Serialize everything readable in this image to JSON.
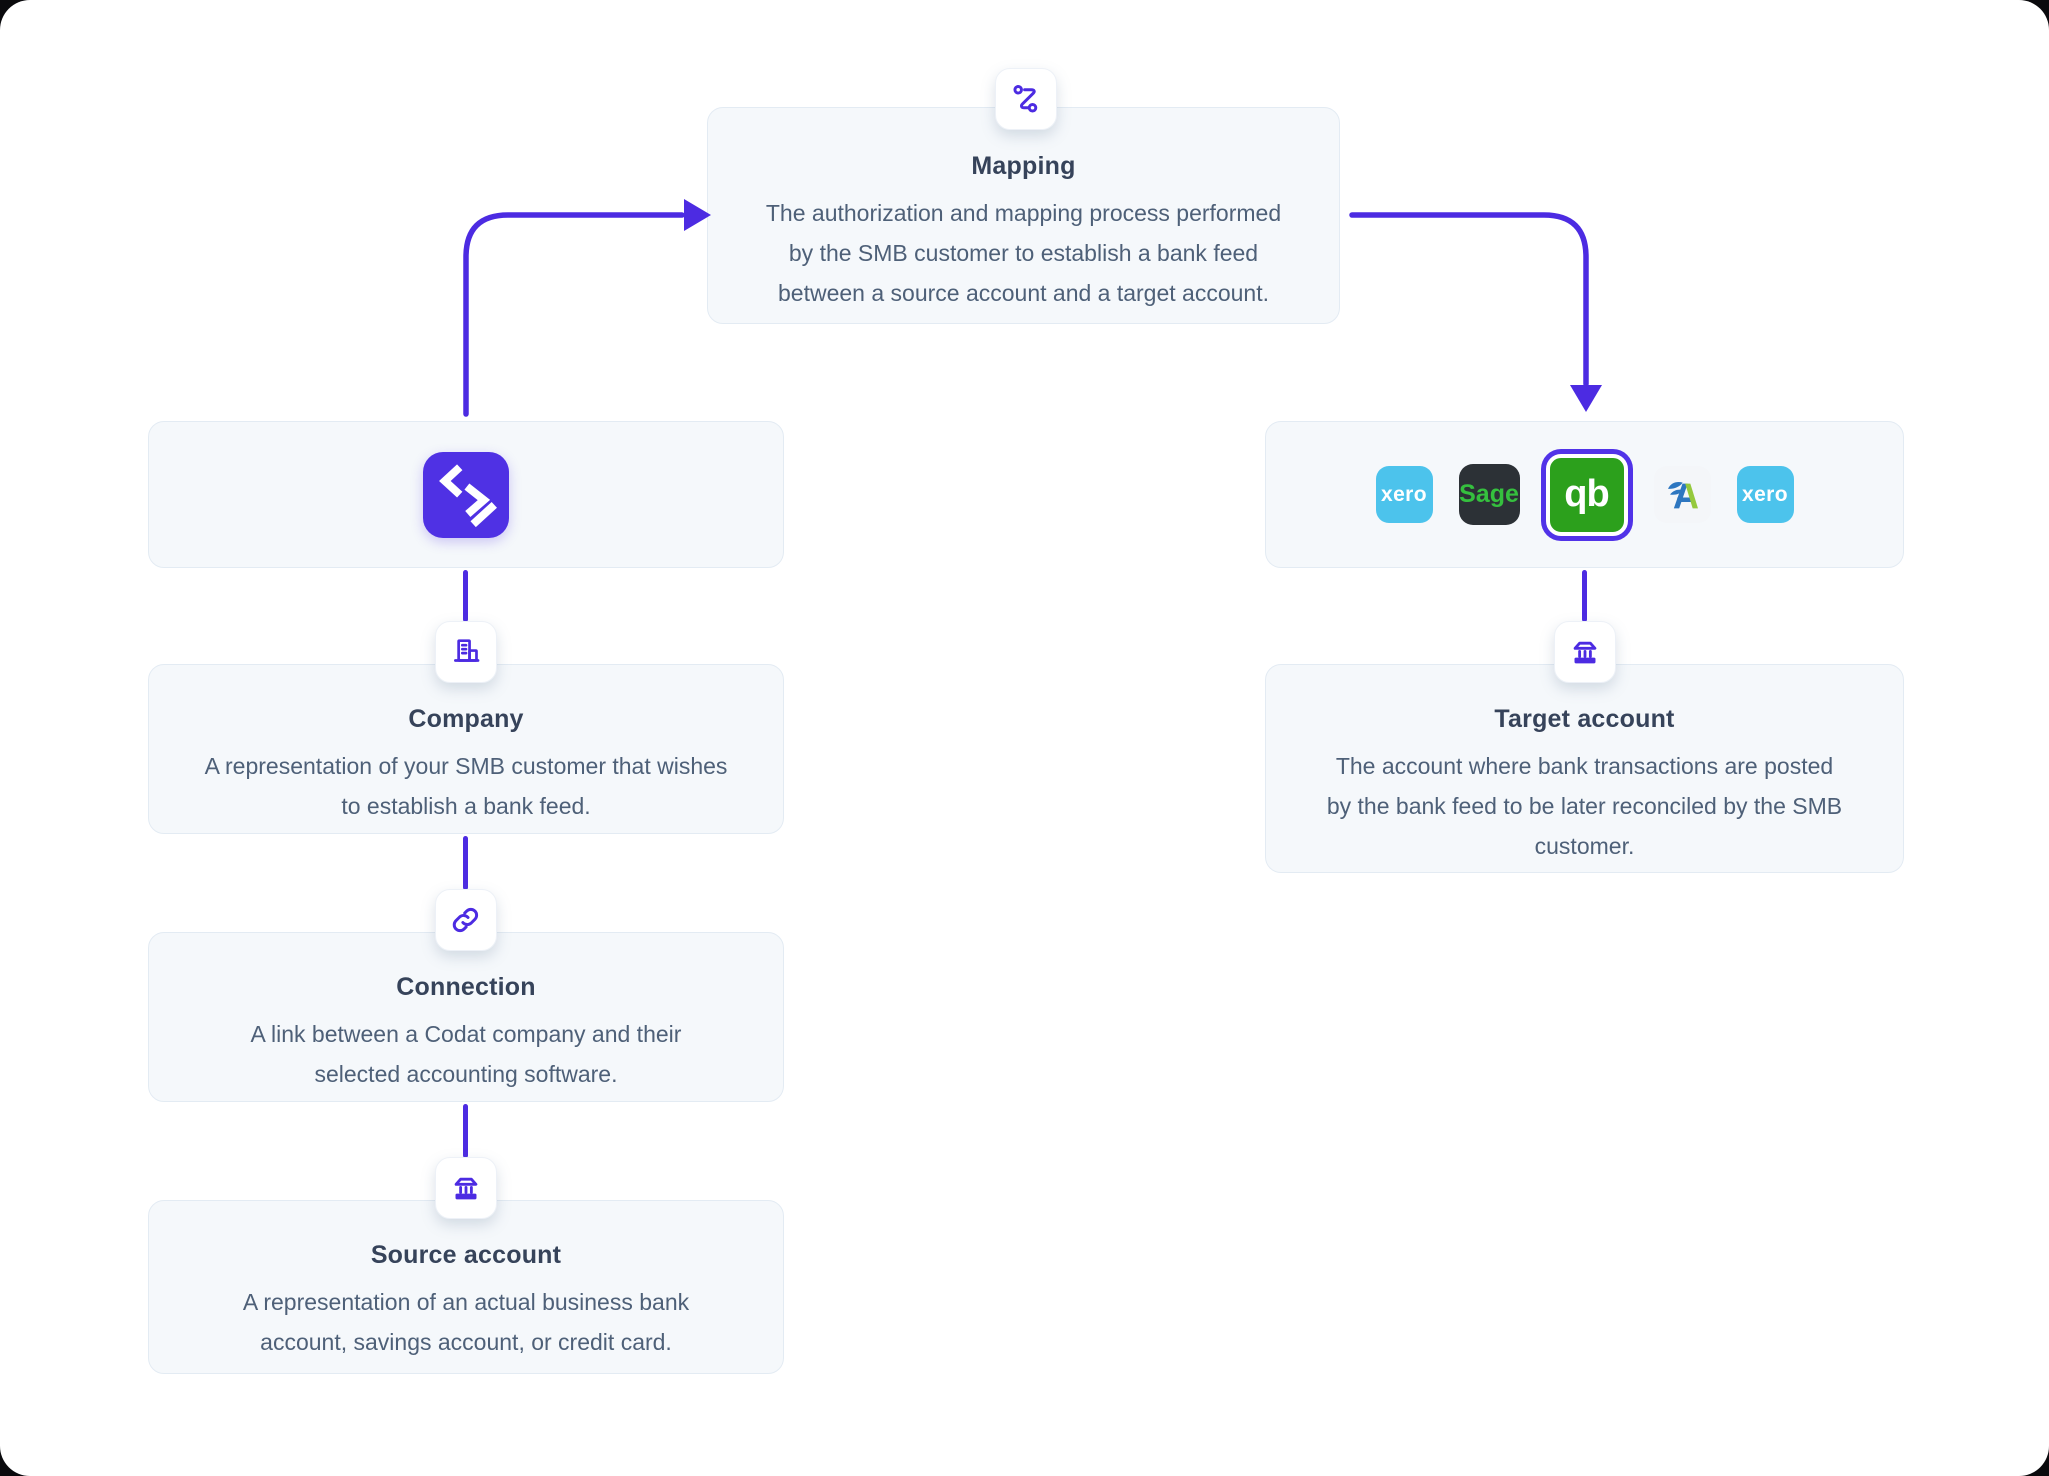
{
  "colors": {
    "accent_purple": "#4C2BE2",
    "codat_purple": "#4F31E4",
    "heading": "#36435A",
    "body_text": "#4E6078",
    "card_bg": "#F5F8FB",
    "card_border": "#E3EBF3",
    "xero_blue": "#4CC3EC",
    "sage_dark": "#2C3136",
    "sage_green": "#35C03E",
    "quickbooks_green": "#2CA01C",
    "selection_ring": "#5133E8",
    "freeagent_blue": "#2D76C0",
    "freeagent_green": "#95C93D"
  },
  "nodes": {
    "mapping": {
      "title": "Mapping",
      "description": "The authorization and mapping process performed\nby the SMB customer to establish a bank feed\nbetween a source account and a target account.",
      "icon": "route-icon"
    },
    "company": {
      "title": "Company",
      "description": "A representation of your SMB customer that wishes\nto establish a bank feed.",
      "icon": "building-icon"
    },
    "connection": {
      "title": "Connection",
      "description": "A link between a Codat company and their\nselected accounting software.",
      "icon": "link-icon"
    },
    "source_account": {
      "title": "Source account",
      "description": "A representation of an actual business bank\naccount, savings account, or credit card.",
      "icon": "bank-icon"
    },
    "target_account": {
      "title": "Target account",
      "description": "The account where bank transactions are posted\nby the bank feed to be later reconciled by the SMB\ncustomer.",
      "icon": "bank-icon"
    },
    "codat": {
      "icon": "codat-logo"
    }
  },
  "integrations": {
    "selected": "QuickBooks",
    "items": [
      {
        "name": "Xero",
        "label": "xero"
      },
      {
        "name": "Sage",
        "label": "Sage"
      },
      {
        "name": "QuickBooks",
        "label": "qb",
        "selected": true
      },
      {
        "name": "FreeAgent",
        "label": ""
      },
      {
        "name": "Xero",
        "label": "xero"
      }
    ]
  }
}
